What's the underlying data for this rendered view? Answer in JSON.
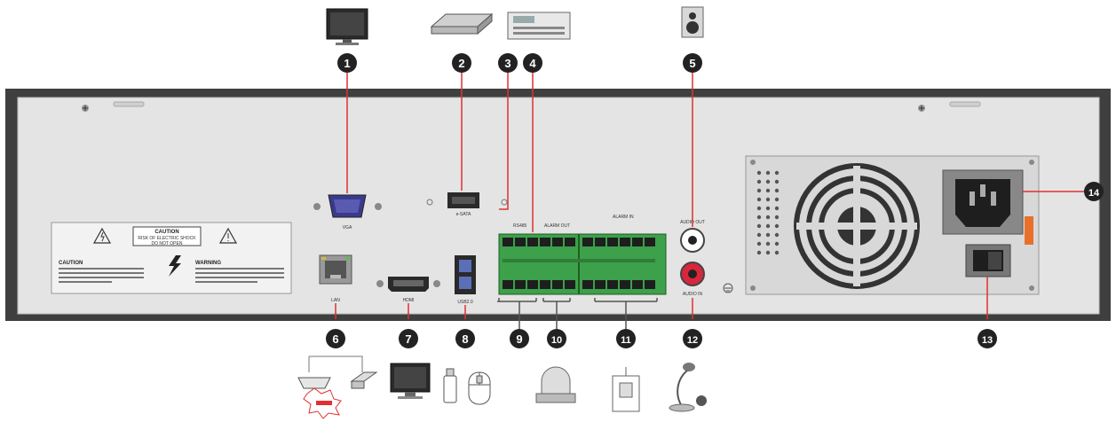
{
  "callouts": [
    {
      "n": "1"
    },
    {
      "n": "2"
    },
    {
      "n": "3"
    },
    {
      "n": "4"
    },
    {
      "n": "5"
    },
    {
      "n": "6"
    },
    {
      "n": "7"
    },
    {
      "n": "8"
    },
    {
      "n": "9"
    },
    {
      "n": "10"
    },
    {
      "n": "11"
    },
    {
      "n": "12"
    },
    {
      "n": "13"
    },
    {
      "n": "14"
    }
  ],
  "ports": {
    "vga": "VGA",
    "esata": "e-SATA",
    "lan": "LAN",
    "hdmi": "HDMI",
    "usb": "USB2.0",
    "rs485": "RS485",
    "alarm_out": "ALARM OUT",
    "alarm_in": "ALARM IN",
    "audio_out": "AUDIO OUT",
    "audio_in": "AUDIO IN"
  },
  "caution_label": {
    "title": "CAUTION",
    "line1": "RISK OF ELECTRIC SHOCK",
    "line2": "DO NOT OPEN",
    "left_title": "CAUTION",
    "right_title": "WARNING"
  },
  "colors": {
    "chassis": "#e2e2e2",
    "frame": "#4a4a4a",
    "terminal": "#3da04a",
    "callout": "#222222",
    "leader": "#e03030"
  }
}
